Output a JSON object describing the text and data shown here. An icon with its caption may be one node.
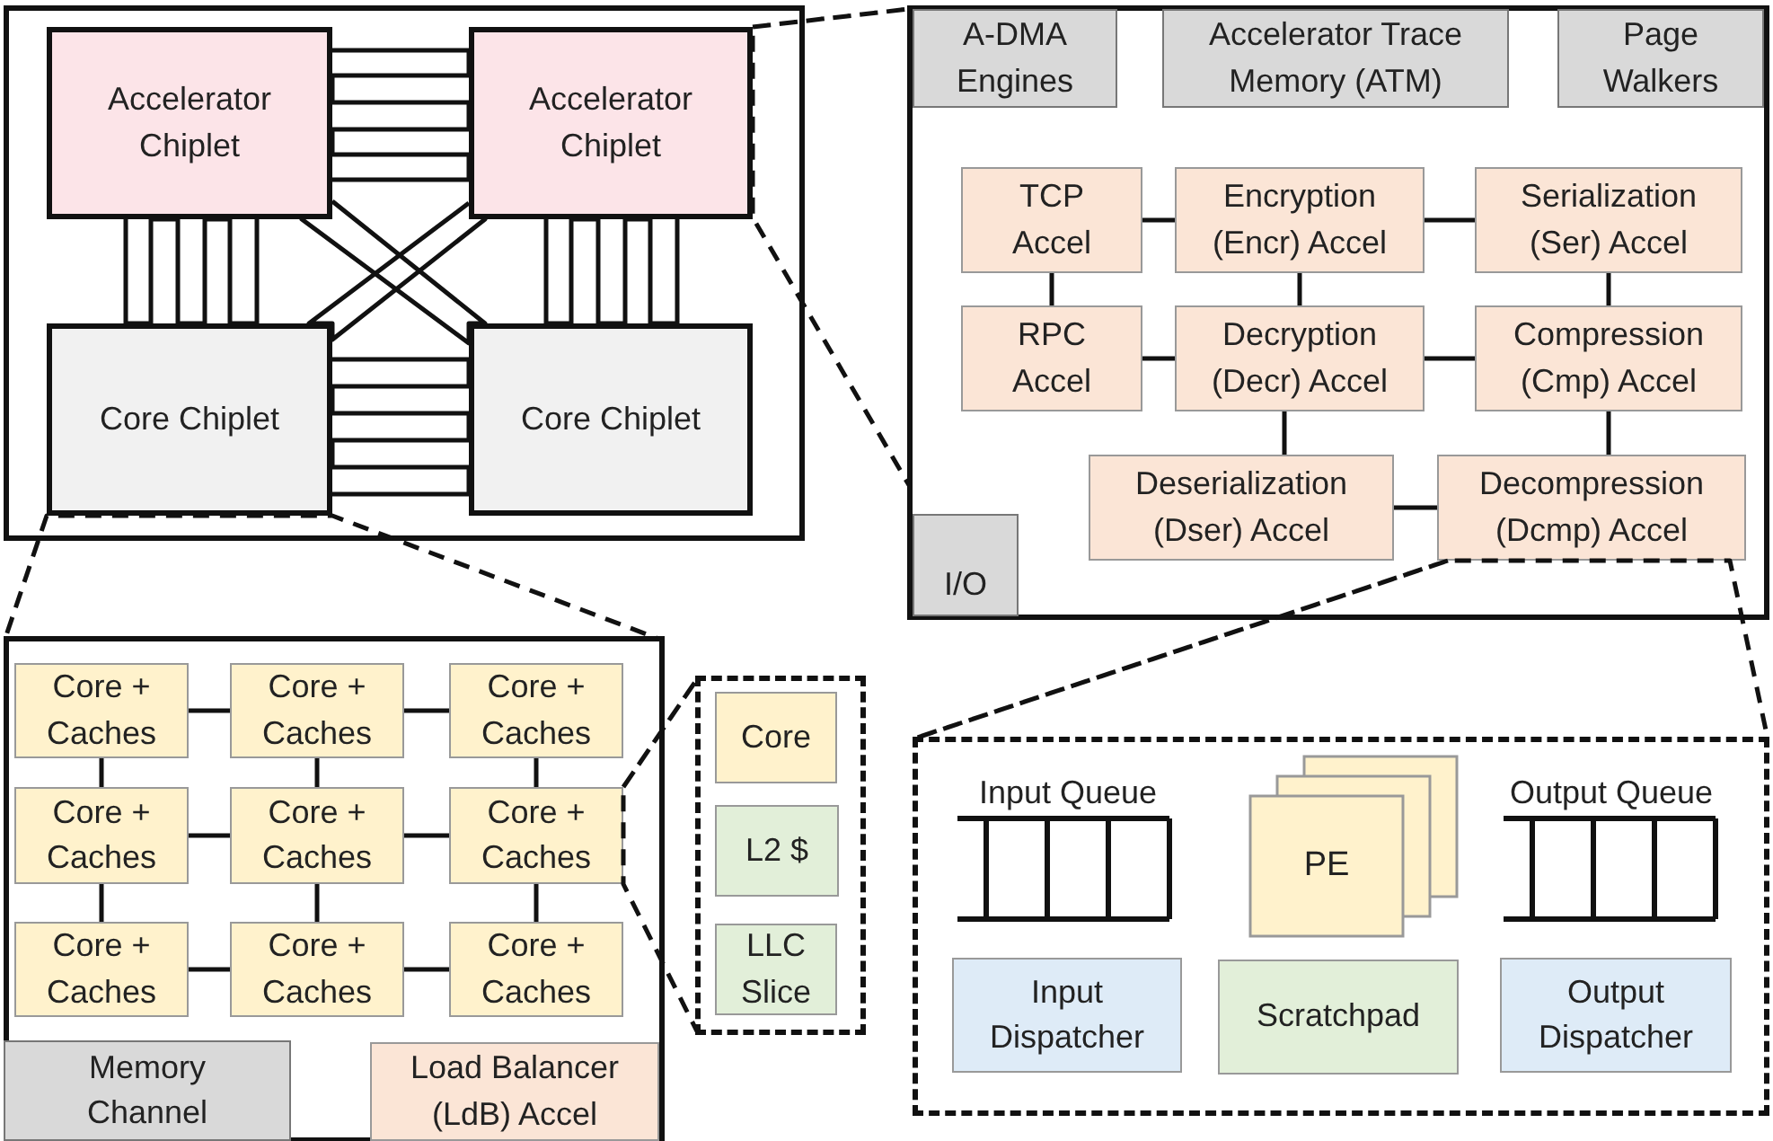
{
  "diagram": {
    "nodes": [
      {
        "text": [],
        "shape": "box"
      },
      {
        "text": [
          "Accelerator Chiplet"
        ],
        "in": 0
      },
      {
        "text": [
          "Accelerator Chiplet"
        ],
        "in": 0
      },
      {
        "text": [
          "Core Chiplet"
        ],
        "in": 0
      },
      {
        "text": [
          "Core Chiplet"
        ],
        "in": 0
      },
      {
        "text": [],
        "shape": "box"
      },
      {
        "text": [
          "A-DMA Engines"
        ],
        "in": 5
      },
      {
        "text": [
          "Accelerator Trace Memory (ATM)"
        ],
        "in": 5
      },
      {
        "text": [
          "Page Walkers"
        ],
        "in": 5
      },
      {
        "text": [
          "TCP Accel"
        ],
        "in": 5
      },
      {
        "text": [
          "Encryption (Encr) Accel"
        ],
        "in": 5
      },
      {
        "text": [
          "Serialization (Ser) Accel"
        ],
        "in": 5
      },
      {
        "text": [
          "RPC Accel"
        ],
        "in": 5
      },
      {
        "text": [
          "Decryption (Decr) Accel"
        ],
        "in": 5
      },
      {
        "text": [
          "Compression (Cmp) Accel"
        ],
        "in": 5
      },
      {
        "text": [
          "Deserialization (Dser) Accel"
        ],
        "in": 5
      },
      {
        "text": [
          "Decompression (Dcmp) Accel"
        ],
        "in": 5
      },
      {
        "text": [
          "I/O"
        ],
        "in": 5
      },
      {
        "text": [],
        "shape": "box"
      },
      {
        "text": [
          "Core + Caches"
        ],
        "in": 18
      },
      {
        "text": [
          "Core + Caches"
        ],
        "in": 18
      },
      {
        "text": [
          "Core + Caches"
        ],
        "in": 18
      },
      {
        "text": [
          "Core + Caches"
        ],
        "in": 18
      },
      {
        "text": [
          "Core + Caches"
        ],
        "in": 18
      },
      {
        "text": [
          "Core + Caches"
        ],
        "in": 18
      },
      {
        "text": [
          "Core + Caches"
        ],
        "in": 18
      },
      {
        "text": [
          "Core + Caches"
        ],
        "in": 18
      },
      {
        "text": [
          "Core + Caches"
        ],
        "in": 18
      },
      {
        "text": [
          "Memory Channel"
        ],
        "in": 18
      },
      {
        "text": [
          "Load Balancer (LdB) Accel"
        ],
        "in": 18
      },
      {
        "text": [],
        "shape": "box"
      },
      {
        "text": [
          "Core"
        ],
        "in": 30
      },
      {
        "text": [
          "L2 $"
        ],
        "in": 30
      },
      {
        "text": [
          "LLC Slice"
        ],
        "in": 30
      },
      {
        "text": [],
        "shape": "box"
      },
      {
        "text": [
          "Input Queue"
        ],
        "in": 34
      },
      {
        "text": [
          "PE"
        ],
        "in": 34
      },
      {
        "text": [
          "Output Queue"
        ],
        "in": 34
      },
      {
        "text": [
          "Input Dispatcher"
        ],
        "in": 34
      },
      {
        "text": [
          "Scratchpad"
        ],
        "in": 34
      },
      {
        "text": [
          "Output Dispatcher"
        ],
        "in": 34
      }
    ],
    "edges": [
      {
        "from": 1,
        "to": 2,
        "arrow": "none"
      },
      {
        "from": 1,
        "to": 3,
        "arrow": "none"
      },
      {
        "from": 2,
        "to": 4,
        "arrow": "none"
      },
      {
        "from": 3,
        "to": 4,
        "arrow": "none"
      },
      {
        "from": 1,
        "to": 4,
        "arrow": "none"
      },
      {
        "from": 2,
        "to": 3,
        "arrow": "none"
      },
      {
        "from": 2,
        "to": 5,
        "arrow": "none",
        "style": "dashed"
      },
      {
        "from": 3,
        "to": 18,
        "arrow": "none",
        "style": "dashed"
      },
      {
        "from": 24,
        "to": 30,
        "arrow": "none",
        "style": "dashed"
      },
      {
        "from": 16,
        "to": 34,
        "arrow": "none",
        "style": "dashed"
      },
      {
        "from": 9,
        "to": 10,
        "arrow": "none"
      },
      {
        "from": 10,
        "to": 11,
        "arrow": "none"
      },
      {
        "from": 9,
        "to": 12,
        "arrow": "none"
      },
      {
        "from": 10,
        "to": 13,
        "arrow": "none"
      },
      {
        "from": 11,
        "to": 14,
        "arrow": "none"
      },
      {
        "from": 12,
        "to": 13,
        "arrow": "none"
      },
      {
        "from": 13,
        "to": 14,
        "arrow": "none"
      },
      {
        "from": 13,
        "to": 15,
        "arrow": "none"
      },
      {
        "from": 14,
        "to": 16,
        "arrow": "none"
      },
      {
        "from": 15,
        "to": 16,
        "arrow": "none"
      },
      {
        "from": 19,
        "to": 20,
        "arrow": "none"
      },
      {
        "from": 20,
        "to": 21,
        "arrow": "none"
      },
      {
        "from": 22,
        "to": 23,
        "arrow": "none"
      },
      {
        "from": 23,
        "to": 24,
        "arrow": "none"
      },
      {
        "from": 25,
        "to": 26,
        "arrow": "none"
      },
      {
        "from": 26,
        "to": 27,
        "arrow": "none"
      },
      {
        "from": 19,
        "to": 22,
        "arrow": "none"
      },
      {
        "from": 20,
        "to": 23,
        "arrow": "none"
      },
      {
        "from": 21,
        "to": 24,
        "arrow": "none"
      },
      {
        "from": 22,
        "to": 25,
        "arrow": "none"
      },
      {
        "from": 23,
        "to": 26,
        "arrow": "none"
      },
      {
        "from": 24,
        "to": 27,
        "arrow": "none"
      }
    ]
  }
}
